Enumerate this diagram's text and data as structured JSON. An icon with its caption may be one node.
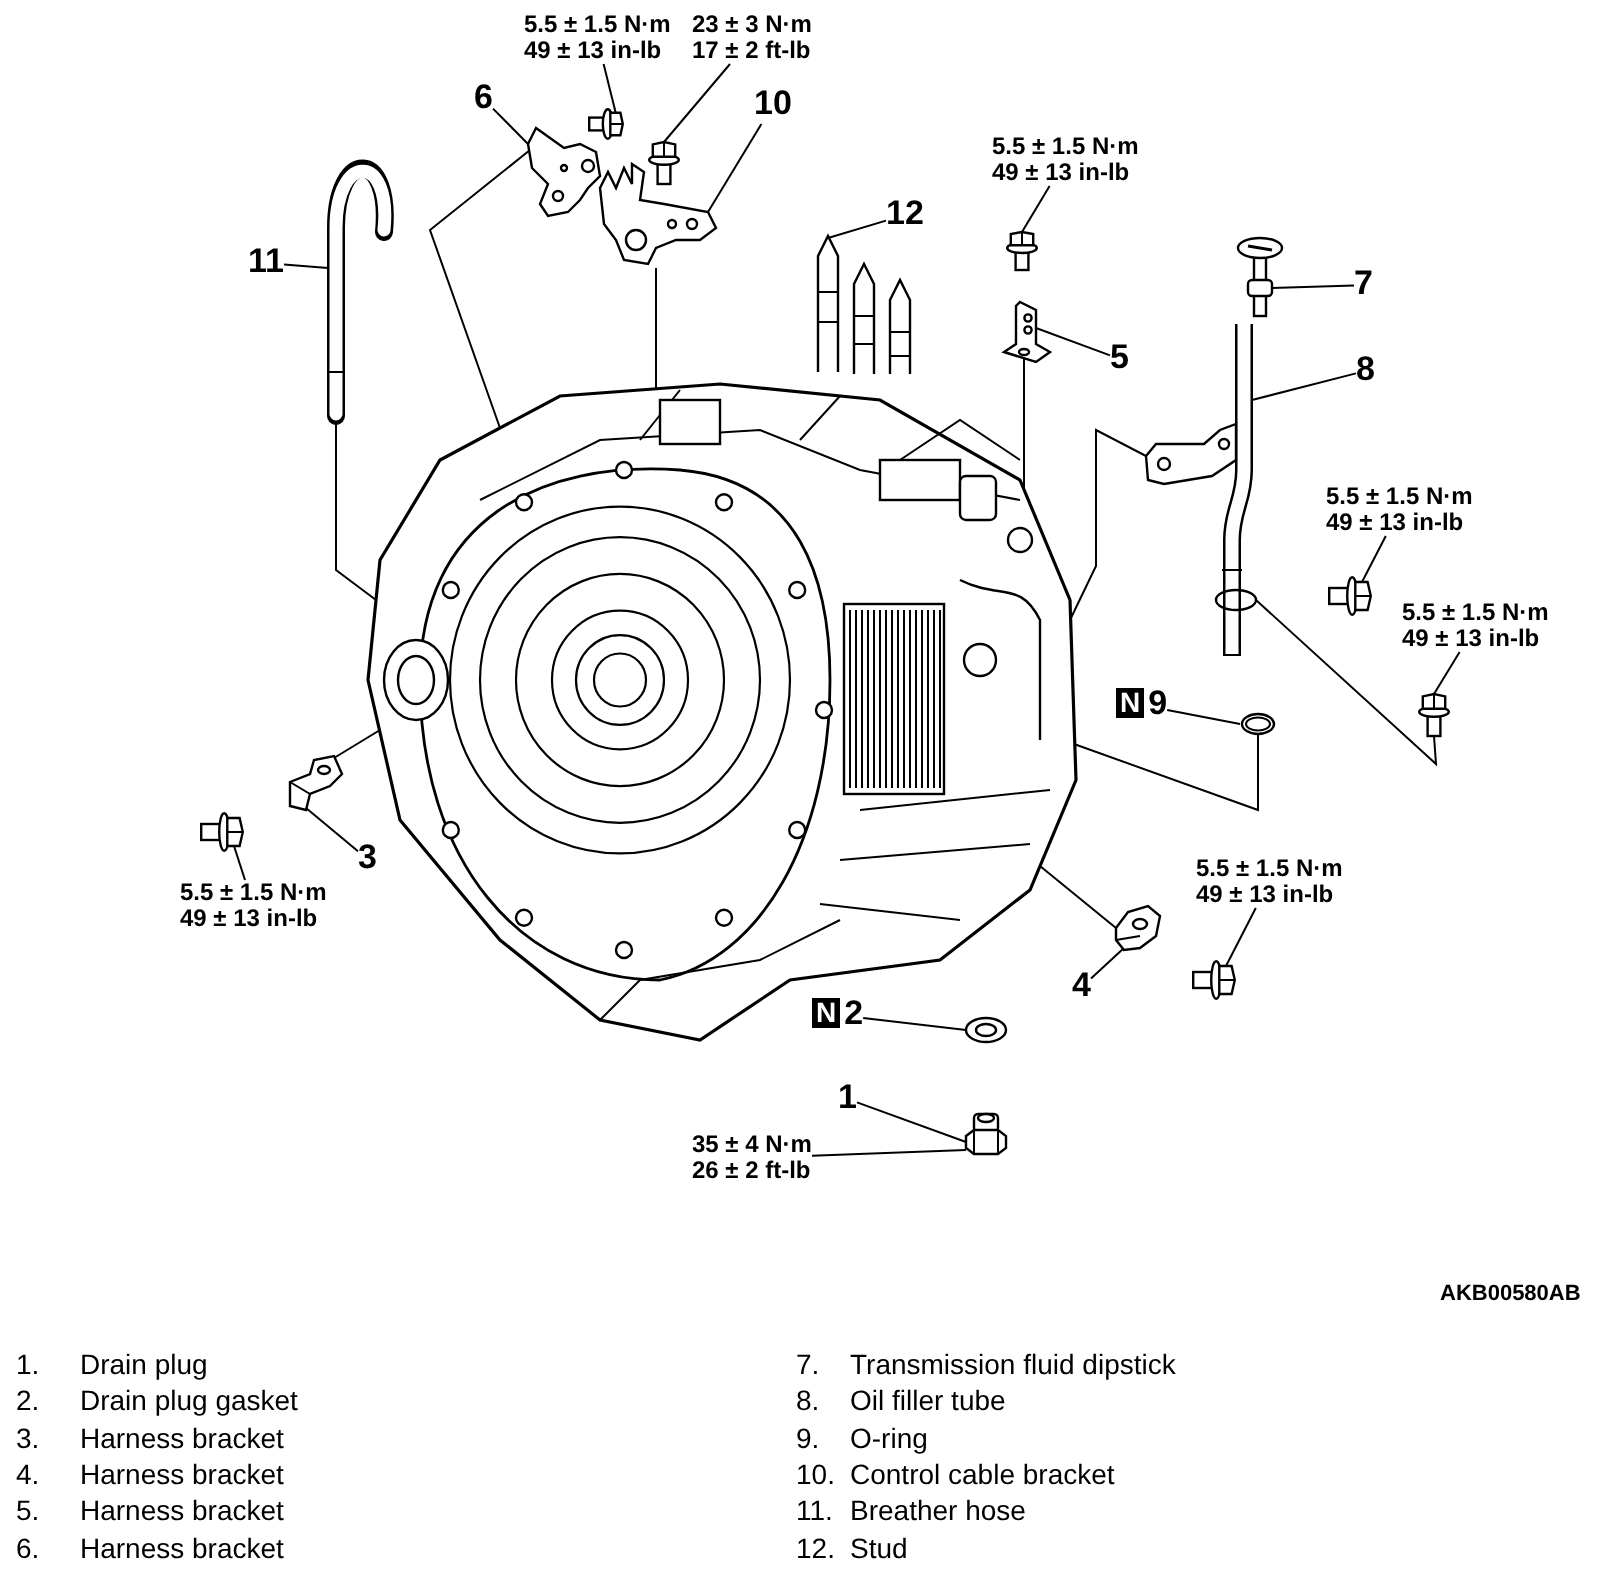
{
  "diagram": {
    "nodes": [
      {
        "text": [],
        "shape": "picture"
      },
      {
        "text": [],
        "shape": "picture"
      },
      {
        "text": [],
        "shape": "picture"
      },
      {
        "text": [],
        "shape": "picture"
      },
      {
        "text": [],
        "shape": "picture"
      },
      {
        "text": [],
        "shape": "picture"
      },
      {
        "text": [],
        "shape": "picture"
      },
      {
        "text": [],
        "shape": "picture"
      },
      {
        "text": [],
        "shape": "picture"
      },
      {
        "text": [],
        "shape": "picture"
      },
      {
        "text": [],
        "shape": "picture"
      },
      {
        "text": [],
        "shape": "picture"
      },
      {
        "text": [],
        "shape": "picture"
      },
      {
        "text": [],
        "shape": "picture"
      },
      {
        "text": [],
        "shape": "picture"
      },
      {
        "text": [],
        "shape": "picture"
      },
      {
        "text": [],
        "shape": "picture"
      },
      {
        "text": [],
        "shape": "picture"
      },
      {
        "text": [],
        "shape": "picture"
      },
      {
        "text": [],
        "shape": "picture"
      },
      {
        "text": [
          "1"
        ]
      },
      {
        "text": [
          "N",
          "2"
        ]
      },
      {
        "text": [
          "3"
        ]
      },
      {
        "text": [
          "4"
        ]
      },
      {
        "text": [
          "5"
        ]
      },
      {
        "text": [
          "6"
        ]
      },
      {
        "text": [
          "7"
        ]
      },
      {
        "text": [
          "8"
        ]
      },
      {
        "text": [
          "N",
          "9"
        ]
      },
      {
        "text": [
          "10"
        ]
      },
      {
        "text": [
          "11"
        ]
      },
      {
        "text": [
          "12"
        ]
      },
      {
        "text": [
          "5.5 ± 1.5 N·m",
          "49 ± 13 in-lb"
        ]
      },
      {
        "text": [
          "23 ± 3 N·m",
          "17 ± 2 ft-lb"
        ]
      },
      {
        "text": [
          "5.5 ± 1.5 N·m",
          "49 ± 13 in-lb"
        ]
      },
      {
        "text": [
          "5.5 ± 1.5 N·m",
          "49 ± 13 in-lb"
        ]
      },
      {
        "text": [
          "5.5 ± 1.5 N·m",
          "49 ± 13 in-lb"
        ]
      },
      {
        "text": [
          "5.5 ± 1.5 N·m",
          "49 ± 13 in-lb"
        ]
      },
      {
        "text": [
          "5.5 ± 1.5 N·m",
          "49 ± 13 in-lb"
        ]
      },
      {
        "text": [
          "35 ± 4 N·m",
          "26 ± 2 ft-lb"
        ]
      }
    ],
    "edges": [
      {
        "from": 20,
        "to": 1,
        "arrow": "none"
      },
      {
        "from": 21,
        "to": 2,
        "arrow": "none"
      },
      {
        "from": 22,
        "to": 3,
        "arrow": "none"
      },
      {
        "from": 23,
        "to": 4,
        "arrow": "none"
      },
      {
        "from": 24,
        "to": 5,
        "arrow": "none"
      },
      {
        "from": 25,
        "to": 6,
        "arrow": "none"
      },
      {
        "from": 26,
        "to": 7,
        "arrow": "none"
      },
      {
        "from": 27,
        "to": 8,
        "arrow": "none"
      },
      {
        "from": 28,
        "to": 9,
        "arrow": "none"
      },
      {
        "from": 29,
        "to": 10,
        "arrow": "none"
      },
      {
        "from": 30,
        "to": 11,
        "arrow": "none"
      },
      {
        "from": 31,
        "to": 12,
        "arrow": "none"
      },
      {
        "from": 32,
        "to": 13,
        "arrow": "none"
      },
      {
        "from": 33,
        "to": 14,
        "arrow": "none"
      },
      {
        "from": 34,
        "to": 15,
        "arrow": "none"
      },
      {
        "from": 35,
        "to": 16,
        "arrow": "none"
      },
      {
        "from": 36,
        "to": 17,
        "arrow": "none"
      },
      {
        "from": 37,
        "to": 18,
        "arrow": "none"
      },
      {
        "from": 38,
        "to": 19,
        "arrow": "none"
      },
      {
        "from": 39,
        "to": 1,
        "arrow": "none"
      },
      {
        "from": 11,
        "to": 0,
        "arrow": "none"
      },
      {
        "from": 6,
        "to": 0,
        "arrow": "none"
      },
      {
        "from": 10,
        "to": 0,
        "arrow": "none"
      },
      {
        "from": 5,
        "to": 0,
        "arrow": "none"
      },
      {
        "from": 8,
        "to": 0,
        "arrow": "none"
      },
      {
        "from": 9,
        "to": 0,
        "arrow": "none"
      },
      {
        "from": 4,
        "to": 0,
        "arrow": "none"
      },
      {
        "from": 3,
        "to": 0,
        "arrow": "none"
      },
      {
        "from": 17,
        "to": 8,
        "arrow": "none"
      }
    ],
    "labels": [
      "AKB00580AB",
      "1.",
      "Drain plug",
      "2.",
      "Drain plug gasket",
      "3.",
      "Harness bracket",
      "4.",
      "Harness bracket",
      "5.",
      "Harness bracket",
      "6.",
      "Harness bracket",
      "7.",
      "Transmission fluid dipstick",
      "8.",
      "Oil filler tube",
      "9.",
      "O-ring",
      "10.",
      "Control cable bracket",
      "11.",
      "Breather hose",
      "12.",
      "Stud"
    ]
  }
}
